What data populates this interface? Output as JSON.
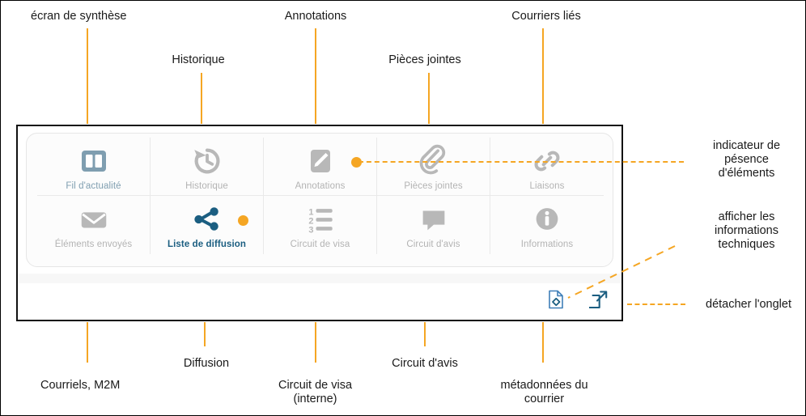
{
  "panel": {
    "tabs": [
      {
        "id": "fil-actualite",
        "label": "Fil d'actualité",
        "icon": "dashboard-icon",
        "state": "muted-blue",
        "badge": false
      },
      {
        "id": "historique",
        "label": "Historique",
        "icon": "history-icon",
        "state": "inactive",
        "badge": false
      },
      {
        "id": "annotations",
        "label": "Annotations",
        "icon": "pencil-icon",
        "state": "inactive",
        "badge": true
      },
      {
        "id": "pieces-jointes",
        "label": "Pièces jointes",
        "icon": "paperclip-icon",
        "state": "inactive",
        "badge": false
      },
      {
        "id": "liaisons",
        "label": "Liaisons",
        "icon": "link-icon",
        "state": "inactive",
        "badge": false
      },
      {
        "id": "elements-envoyes",
        "label": "Éléments envoyés",
        "icon": "envelope-icon",
        "state": "inactive",
        "badge": false
      },
      {
        "id": "liste-diffusion",
        "label": "Liste de diffusion",
        "icon": "share-icon",
        "state": "active",
        "badge": true
      },
      {
        "id": "circuit-visa",
        "label": "Circuit de visa",
        "icon": "numbered-list-icon",
        "state": "inactive",
        "badge": false
      },
      {
        "id": "circuit-avis",
        "label": "Circuit d'avis",
        "icon": "speech-bubble-icon",
        "state": "inactive",
        "badge": false
      },
      {
        "id": "informations",
        "label": "Informations",
        "icon": "info-icon",
        "state": "inactive",
        "badge": false
      }
    ],
    "actions": [
      {
        "id": "infos-techniques",
        "icon": "file-code-icon"
      },
      {
        "id": "detacher-onglet",
        "icon": "external-link-icon"
      }
    ]
  },
  "callouts": {
    "top": [
      {
        "id": "ecran-synthese",
        "text": "écran de synthèse"
      },
      {
        "id": "annotations",
        "text": "Annotations"
      },
      {
        "id": "courriers-lies",
        "text": "Courriers liés"
      },
      {
        "id": "historique",
        "text": "Historique"
      },
      {
        "id": "pieces-jointes",
        "text": "Pièces jointes"
      }
    ],
    "right": [
      {
        "id": "indicateur-presence",
        "text": "indicateur de\npésence\nd'éléments"
      },
      {
        "id": "infos-techniques",
        "text": "afficher les\ninformations\ntechniques"
      },
      {
        "id": "detacher-onglet",
        "text": "détacher l'onglet"
      }
    ],
    "bottom": [
      {
        "id": "diffusion",
        "text": "Diffusion"
      },
      {
        "id": "circuit-avis",
        "text": "Circuit d'avis"
      },
      {
        "id": "courriels-m2m",
        "text": "Courriels, M2M"
      },
      {
        "id": "circuit-visa",
        "text": "Circuit de visa\n(interne)"
      },
      {
        "id": "metadonnees",
        "text": "métadonnées du\ncourrier"
      }
    ]
  },
  "colors": {
    "accent_orange": "#F5A623",
    "active_blue": "#1B5E81",
    "muted_blue": "#7f9eb0",
    "icon_grey": "#b8b8b8"
  }
}
